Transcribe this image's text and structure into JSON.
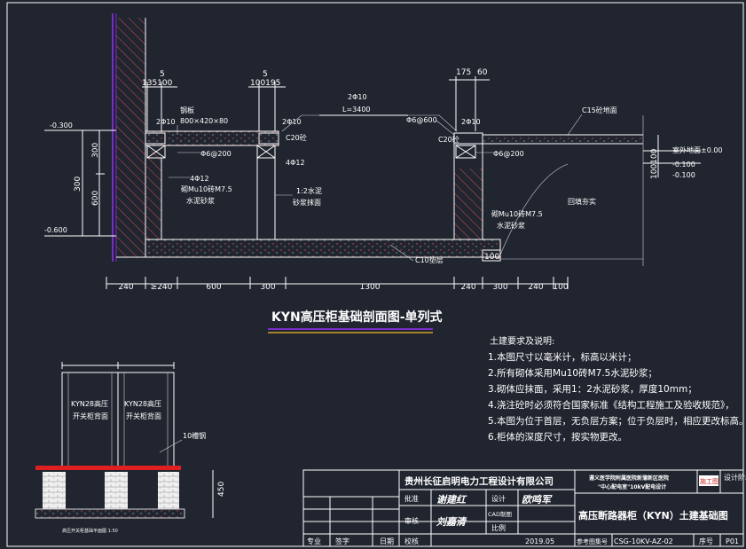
{
  "colors": {
    "background": "#20252f",
    "line": "#ffffff",
    "hatch": "#d05050",
    "purple": "#7a2cc8",
    "red_mark": "#e02020",
    "title_underline": "#d6a030"
  },
  "section": {
    "title": "KYN高压柜基础剖面图-单列式",
    "labels": {
      "rebar_2phi10_top": "2Φ10",
      "rebar_span": "L=3400",
      "rebar_2phi10_left": "2Φ10",
      "rebar_2phi10_mid": "2Φ10",
      "rebar_2phi10_right": "2Φ10",
      "steel_plate": "钢板",
      "steel_plate_size": "800×420×80",
      "c20_top": "C20砼",
      "c20_label": "C20砼",
      "c15_floor": "C15砼地面",
      "outdoor_ground": "室外地面±0.00",
      "stirrup_left": "Φ6@200",
      "stirrup_right": "Φ6@200",
      "phi6_600": "Φ6@600",
      "bar_4phi12_a": "4Φ12",
      "bar_4phi12_b": "4Φ12",
      "brick_left_1": "砌Mu10砖M7.5",
      "brick_left_2": "水泥砂浆",
      "mortar_1": "1:2水泥",
      "mortar_2": "砂浆抹面",
      "brick_right_1": "砌Mu10砖M7.5",
      "brick_right_2": "水泥砂浆",
      "backfill": "回填夯实",
      "c10_cushion": "C10垫层"
    },
    "elevations": {
      "left_top": "-0.300",
      "left_bottom": "-0.600",
      "right_a": "-0.100",
      "right_b": "-0.100"
    },
    "top_dims": {
      "left_a": "5",
      "left_b": "135100",
      "mid_a": "5",
      "mid_b": "100195",
      "right_a": "175",
      "right_b": "60"
    },
    "vertical_dims": {
      "a": "300",
      "b": "300",
      "c": "600",
      "d": "100100",
      "e": "100"
    },
    "bottom_dims": [
      "240",
      "≥240",
      "600",
      "300",
      "1300",
      "240",
      "300",
      "240",
      "100"
    ]
  },
  "small_view": {
    "left_cabinet": [
      "KYN28高压",
      "开关柜背面"
    ],
    "right_cabinet": [
      "KYN28高压",
      "开关柜背面"
    ],
    "steel_label": "10槽钢",
    "dim_left": "450",
    "caption": "高压开关柜基础平面图 1:50"
  },
  "notes": {
    "title": "土建要求及说明:",
    "items": [
      "1.本图尺寸以毫米计，标高以米计；",
      "2.所有砌体采用Mu10砖M7.5水泥砂浆；",
      "3.砌体应抹面，采用1：2水泥砂浆，厚度10mm；",
      "4.浇注砼时必须符合国家标准《结构工程施工及验收规范》，",
      "5.本图为位于首层，无负层方案；位于负层时，相应更改标高。",
      "6.柜体的深度尺寸，按实物更改。"
    ]
  },
  "title_block": {
    "company": "贵州长征启明电力工程设计有限公司",
    "project_line1": "遵义医学院附属医院新蒲新区医院",
    "project_line2": "\"中心配电室\"10kV配电设计",
    "stage_label": "设计阶段",
    "stage_value": "施工图",
    "drawing_title": "高压断路器柜（KYN）土建基础图",
    "row1": {
      "label1": "批准",
      "sign1": "谢建红",
      "label2": "设计",
      "sign2": "欧鸣军"
    },
    "row2": {
      "label1": "审核",
      "sign1": "刘嘉清",
      "label2": "CAD制图",
      "label3": "比例"
    },
    "row3": {
      "labels": [
        "专业",
        "签字",
        "日期"
      ],
      "label_check": "校核",
      "date": "2019.05",
      "ref_label": "参考图集号",
      "ref_value": "CSG-10KV-AZ-02",
      "seq_label": "序号",
      "seq_value": "P01"
    }
  }
}
